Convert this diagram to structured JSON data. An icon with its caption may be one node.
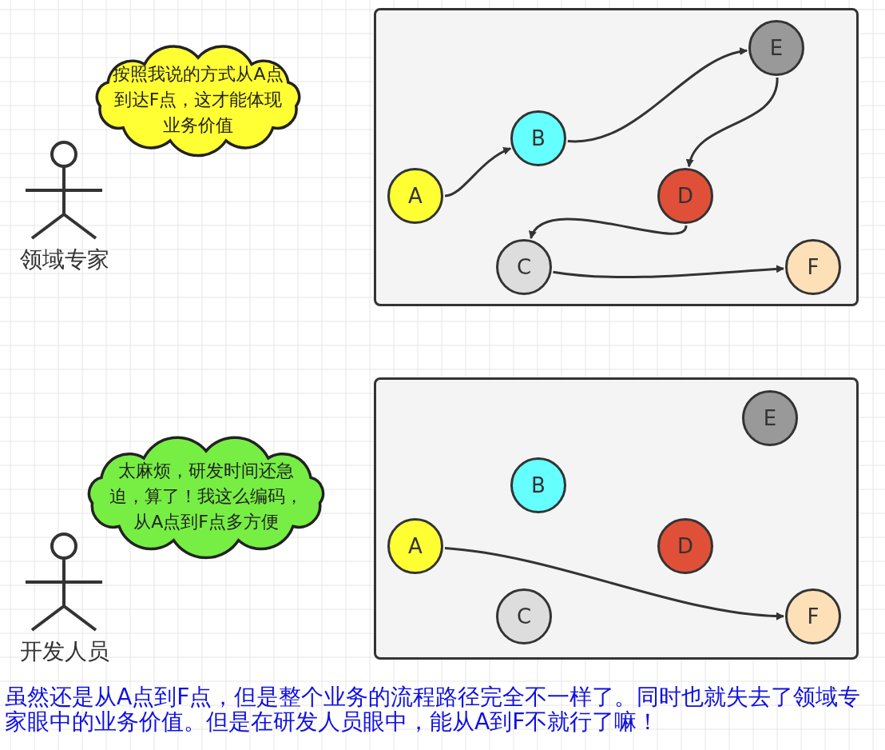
{
  "diagram": {
    "caption": "虽然还是从A点到F点，但是整个业务的流程路径完全不一样了。同时也就失去了领域专家眼中的业务价值。但是在研发人员眼中，能从A到F不就行了嘛！",
    "nodes": [
      {
        "text": [
          "领域专家"
        ]
      },
      {
        "text": [
          "按照我说的方式从A点到达F点，这才能体现业务价值"
        ]
      },
      {
        "text": [],
        "shape": "box"
      },
      {
        "text": [
          "A"
        ],
        "in": 2
      },
      {
        "text": [
          "B"
        ],
        "in": 2
      },
      {
        "text": [
          "C"
        ],
        "in": 2
      },
      {
        "text": [
          "D"
        ],
        "in": 2
      },
      {
        "text": [
          "E"
        ],
        "in": 2
      },
      {
        "text": [
          "F"
        ],
        "in": 2
      },
      {
        "text": [
          "开发人员"
        ]
      },
      {
        "text": [
          "太麻烦，研发时间还急迫，算了！我这么编码，从A点到F点多方便"
        ]
      },
      {
        "text": [],
        "shape": "box"
      },
      {
        "text": [
          "A"
        ],
        "in": 11
      },
      {
        "text": [
          "B"
        ],
        "in": 11
      },
      {
        "text": [
          "C"
        ],
        "in": 11
      },
      {
        "text": [
          "D"
        ],
        "in": 11
      },
      {
        "text": [
          "E"
        ],
        "in": 11
      },
      {
        "text": [
          "F"
        ],
        "in": 11
      }
    ],
    "edges": [
      {
        "from": 3,
        "to": 4,
        "arrow": "to"
      },
      {
        "from": 4,
        "to": 7,
        "arrow": "to"
      },
      {
        "from": 7,
        "to": 6,
        "arrow": "to"
      },
      {
        "from": 6,
        "to": 5,
        "arrow": "to"
      },
      {
        "from": 5,
        "to": 8,
        "arrow": "to"
      },
      {
        "from": 12,
        "to": 17,
        "arrow": "to"
      }
    ]
  }
}
